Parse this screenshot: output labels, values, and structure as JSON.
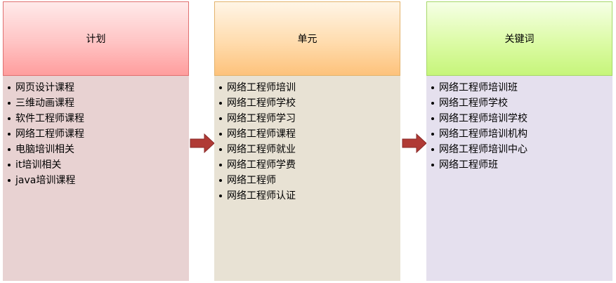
{
  "columns": [
    {
      "title": "计划",
      "items": [
        "网页设计课程",
        "三维动画课程",
        "软件工程师课程",
        "网络工程师课程",
        "电脑培训相关",
        "it培训相关",
        "java培训课程"
      ]
    },
    {
      "title": "单元",
      "items": [
        "网络工程师培训",
        "网络工程师学校",
        "网络工程师学习",
        "网络工程师课程",
        "网络工程师就业",
        "网络工程师学费",
        "网络工程师",
        "网络工程师认证"
      ]
    },
    {
      "title": "关键词",
      "items": [
        "网络工程师培训班",
        "网络工程师学校",
        "网络工程师培训学校",
        "网络工程师培训机构",
        "网络工程师培训中心",
        "网络工程师班"
      ]
    }
  ],
  "arrows": [
    {
      "from": "计划",
      "to": "单元"
    },
    {
      "from": "单元",
      "to": "关键词"
    }
  ],
  "colors": {
    "arrow_fill": "#b03a35",
    "arrow_stroke": "#8a2a28"
  }
}
